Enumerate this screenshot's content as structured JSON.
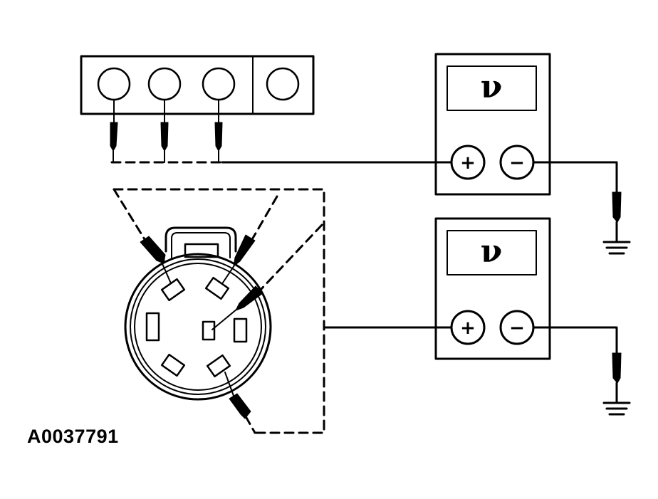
{
  "figure": {
    "id": "A0037791"
  },
  "meters": [
    {
      "symbol": "ν",
      "positive": "+",
      "negative": "−"
    },
    {
      "symbol": "ν",
      "positive": "+",
      "negative": "−"
    }
  ],
  "colors": {
    "ink": "#000000",
    "background": "#ffffff"
  }
}
